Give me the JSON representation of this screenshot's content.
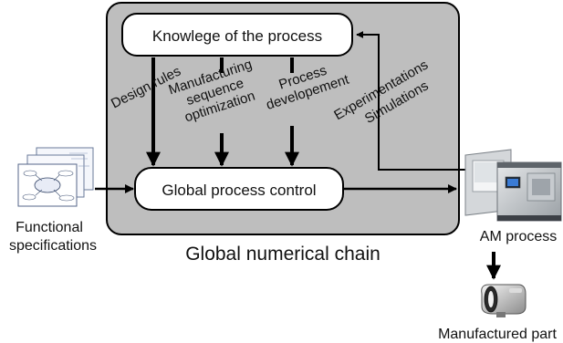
{
  "chain": {
    "title": "Global numerical chain",
    "knowledge_box": "Knowlege of the process",
    "control_box": "Global process control",
    "design_rules": "Design rules",
    "manufacturing": [
      "Manufacturing",
      "sequence",
      "optimization"
    ],
    "process_dev": [
      "Process",
      "developement"
    ],
    "experimentations": "Experimentations",
    "simulations": "Simulations"
  },
  "functional_specs": [
    "Functional",
    "specifications"
  ],
  "am_process": "AM process",
  "manufactured_part": "Manufactured part",
  "colors": {
    "chain_fill": "#bebebe",
    "box_fill": "#ffffff",
    "stroke": "#000000"
  }
}
